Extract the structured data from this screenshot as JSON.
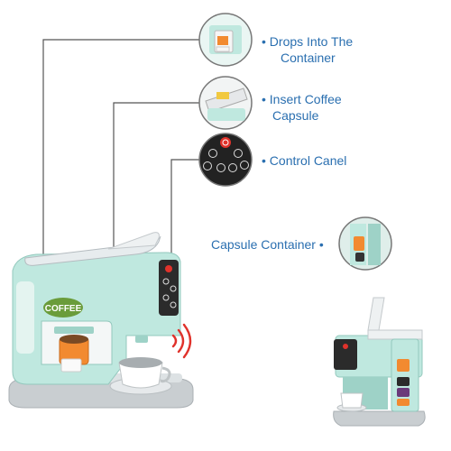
{
  "product": {
    "logo_text": "COFFEE"
  },
  "callouts": [
    {
      "icon": "drop-container-thumbnail",
      "line1": "Drops Into The",
      "line2": "Container"
    },
    {
      "icon": "capsule-lid-thumbnail",
      "line1": "Insert Coffee",
      "line2": "Capsule"
    },
    {
      "icon": "control-panel-thumbnail",
      "line1": "Control Canel",
      "line2": ""
    },
    {
      "icon": "capsule-container-thumbnail",
      "line1": "Capsule Container",
      "line2": ""
    }
  ],
  "colors": {
    "body": "#bfe8df",
    "body_shadow": "#9ed2c7",
    "base": "#c9ced1",
    "panel": "#2b2b2b",
    "accent_orange": "#f28a30",
    "sound_red": "#e0322b",
    "line": "#555555",
    "text": "#2a6fb0"
  }
}
